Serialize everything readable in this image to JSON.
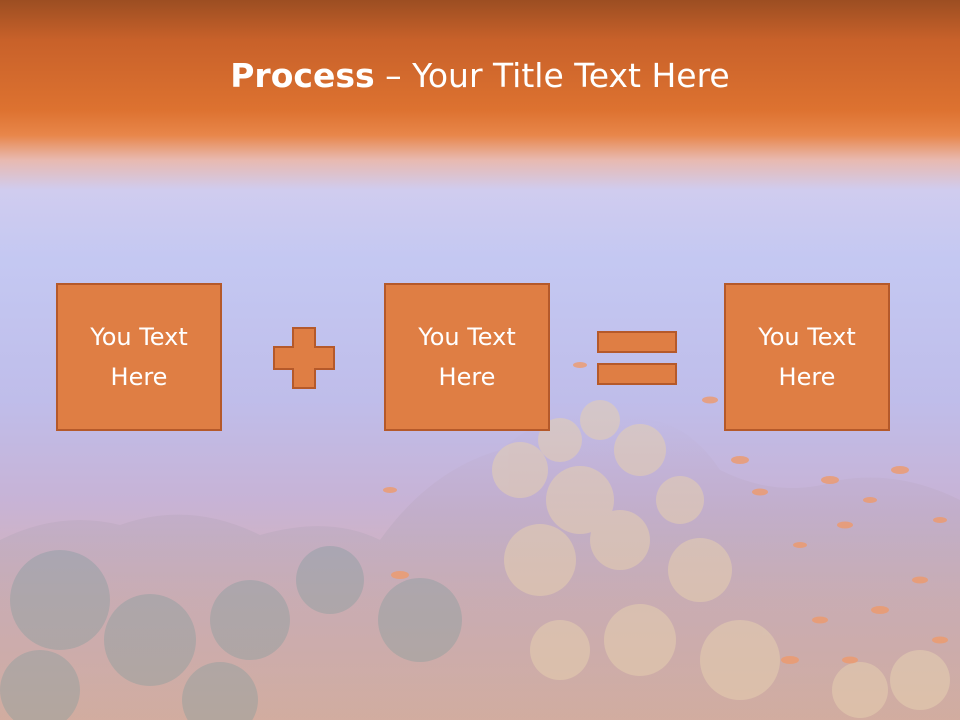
{
  "title": {
    "bold": "Process",
    "separator": " – ",
    "rest": "Your Title Text Here"
  },
  "boxes": [
    {
      "text": "You Text Here"
    },
    {
      "text": "You Text Here"
    },
    {
      "text": "You Text Here"
    }
  ],
  "colors": {
    "header": "#dd7230",
    "box_fill": "#df7e44",
    "box_border": "#b5592a",
    "text": "#ffffff"
  },
  "icons": [
    "plus-icon",
    "equals-icon"
  ]
}
